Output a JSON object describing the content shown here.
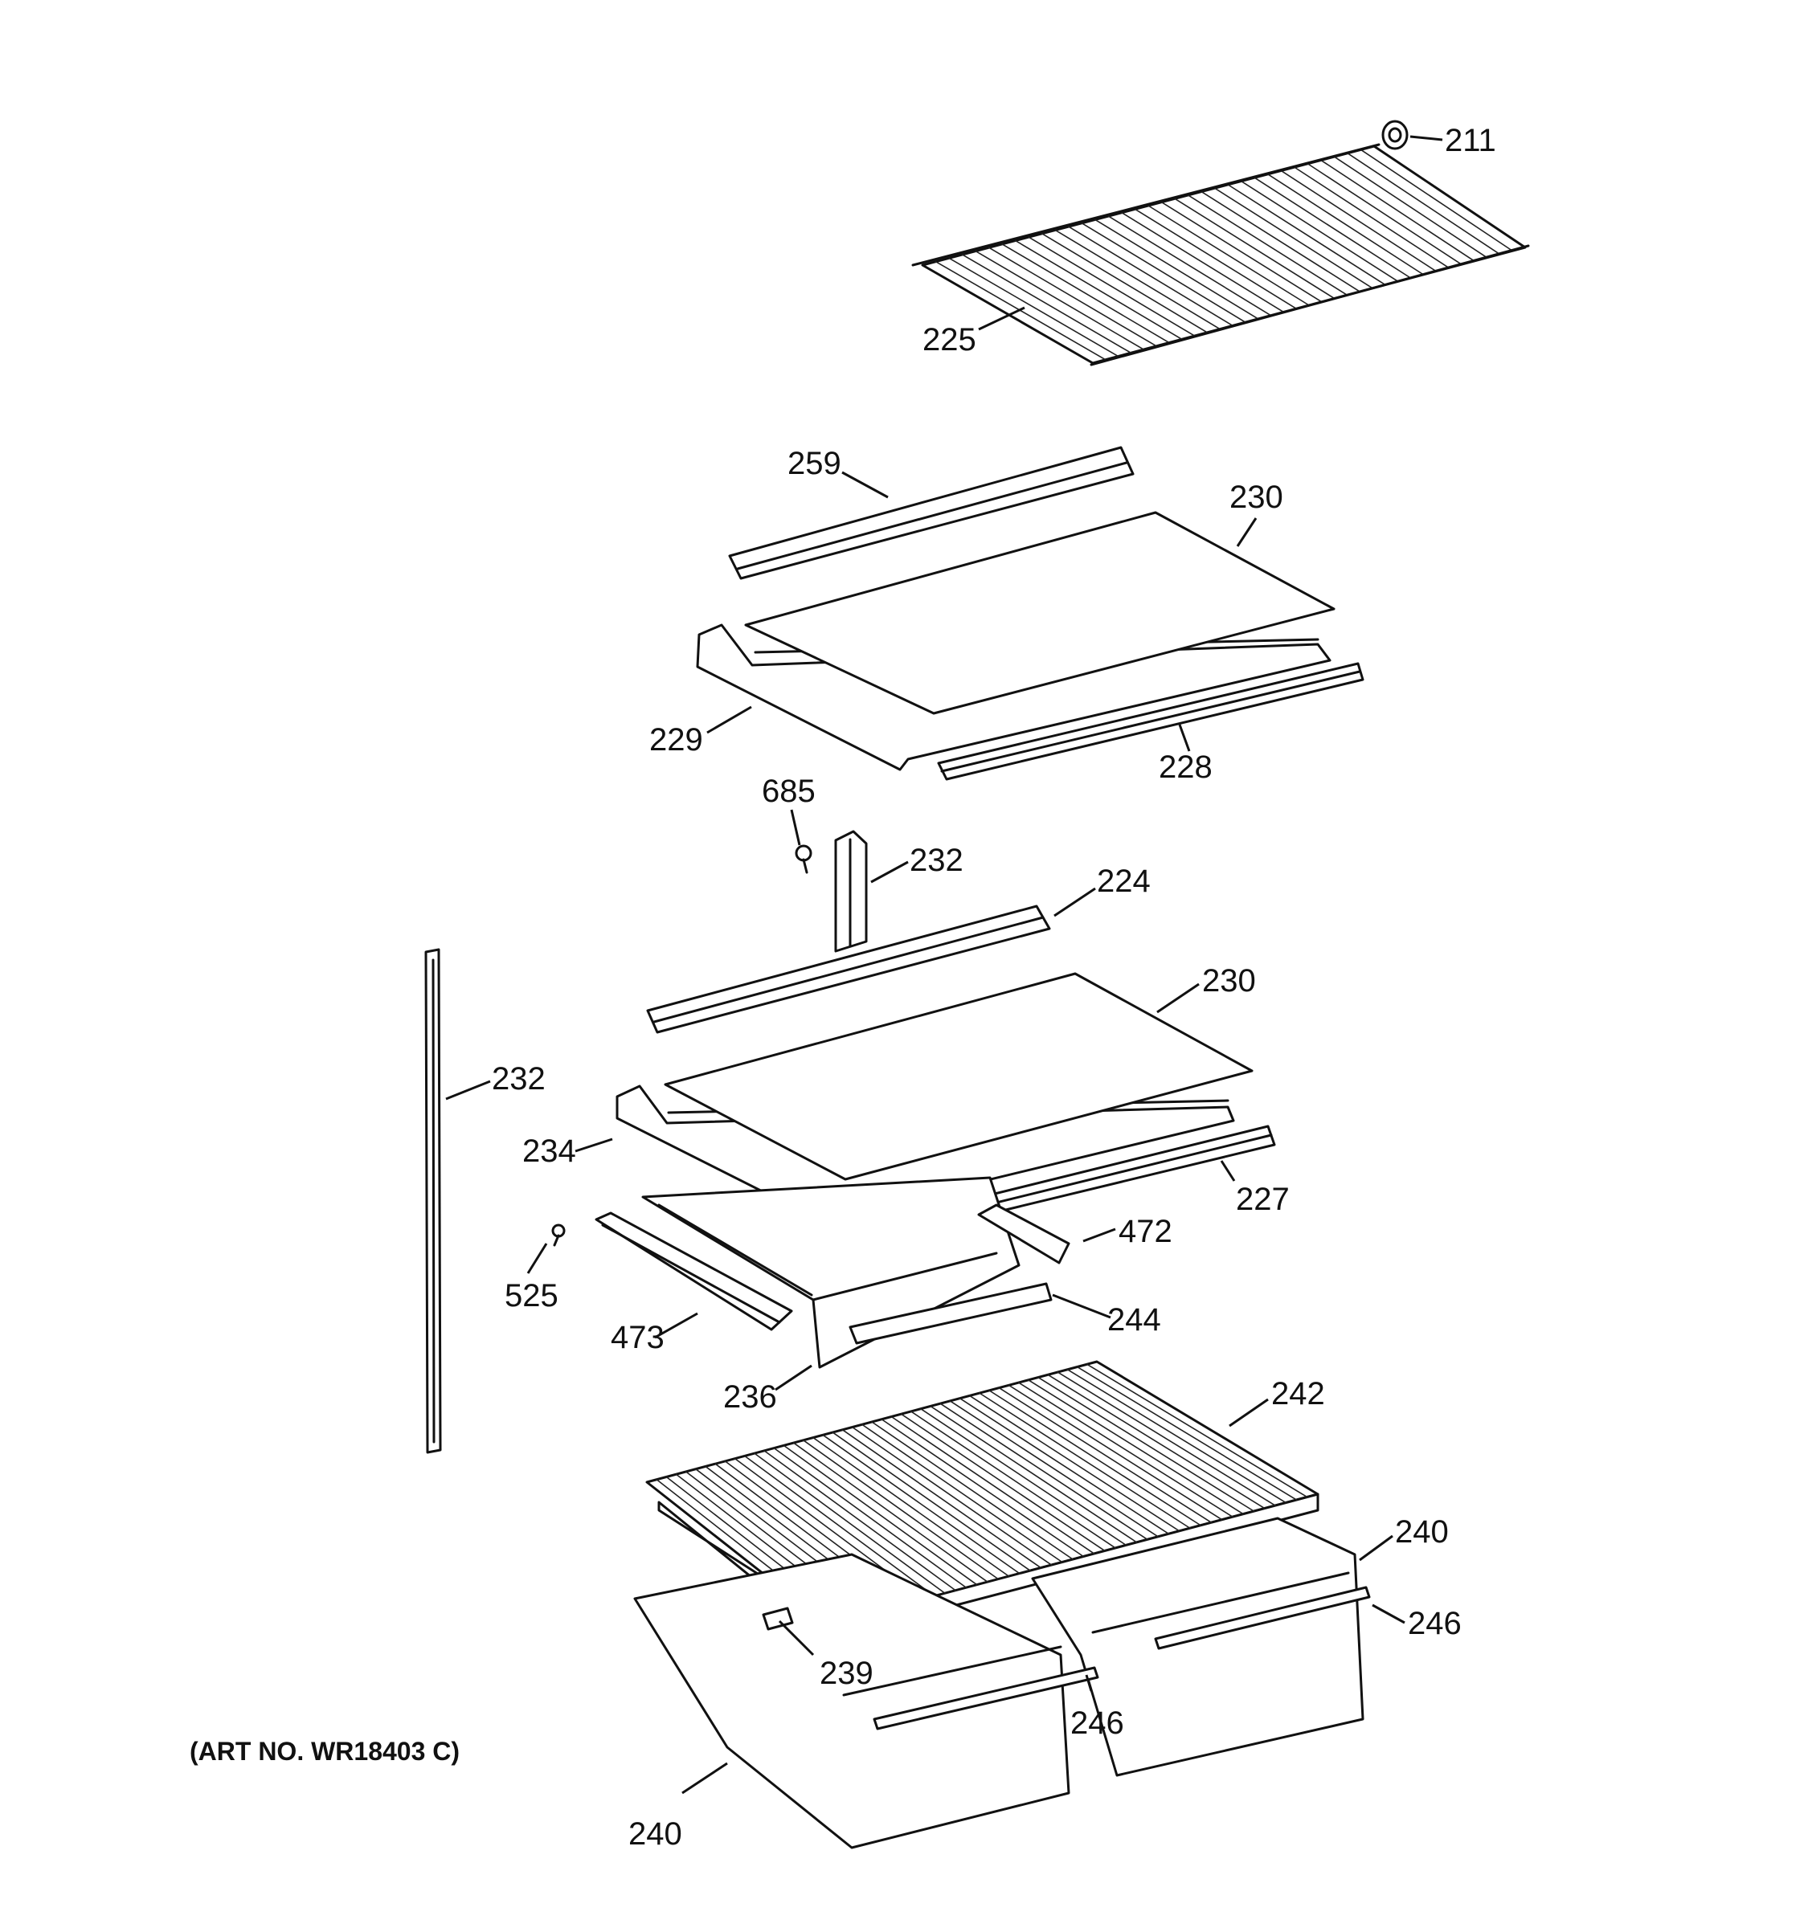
{
  "art_number": "(ART NO. WR18403 C)",
  "callouts": {
    "c211": "211",
    "c225": "225",
    "c259": "259",
    "c230_upper": "230",
    "c229": "229",
    "c228": "228",
    "c685": "685",
    "c232_upper": "232",
    "c224": "224",
    "c230_lower": "230",
    "c232_left": "232",
    "c234": "234",
    "c227": "227",
    "c472": "472",
    "c525": "525",
    "c473": "473",
    "c244": "244",
    "c236": "236",
    "c242": "242",
    "c240_right": "240",
    "c246_right": "246",
    "c239": "239",
    "c246_left": "246",
    "c240_left": "240"
  }
}
